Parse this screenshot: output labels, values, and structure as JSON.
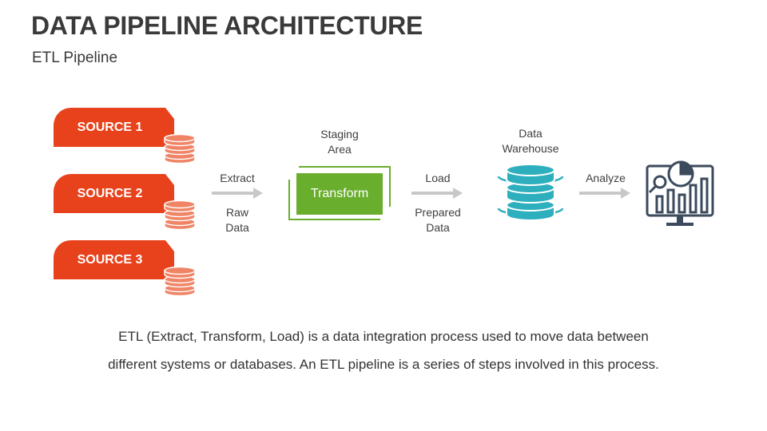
{
  "title": "DATA PIPELINE ARCHITECTURE",
  "subtitle": "ETL Pipeline",
  "sources": [
    {
      "label": "SOURCE 1"
    },
    {
      "label": "SOURCE 2"
    },
    {
      "label": "SOURCE 3"
    }
  ],
  "steps": {
    "extract": {
      "action": "Extract",
      "payload_line1": "Raw",
      "payload_line2": "Data"
    },
    "staging": {
      "line1": "Staging",
      "line2": "Area",
      "box_label": "Transform"
    },
    "load": {
      "action": "Load",
      "payload_line1": "Prepared",
      "payload_line2": "Data"
    },
    "warehouse": {
      "line1": "Data",
      "line2": "Warehouse"
    },
    "analyze": {
      "action": "Analyze"
    }
  },
  "description": {
    "line1": "ETL (Extract, Transform, Load) is a data integration process used to move data between",
    "line2": "different systems or databases. An ETL pipeline is a series of steps involved in this process."
  },
  "colors": {
    "source": "#e8421c",
    "source_db": "#f08466",
    "transform": "#6aae2e",
    "warehouse": "#2eafbe",
    "analytics_icon": "#3b4a5c",
    "arrow": "#c8c8c8"
  },
  "icons": {
    "source_db": "database-icon",
    "warehouse": "database-icon",
    "analyze": "analytics-monitor-icon"
  }
}
